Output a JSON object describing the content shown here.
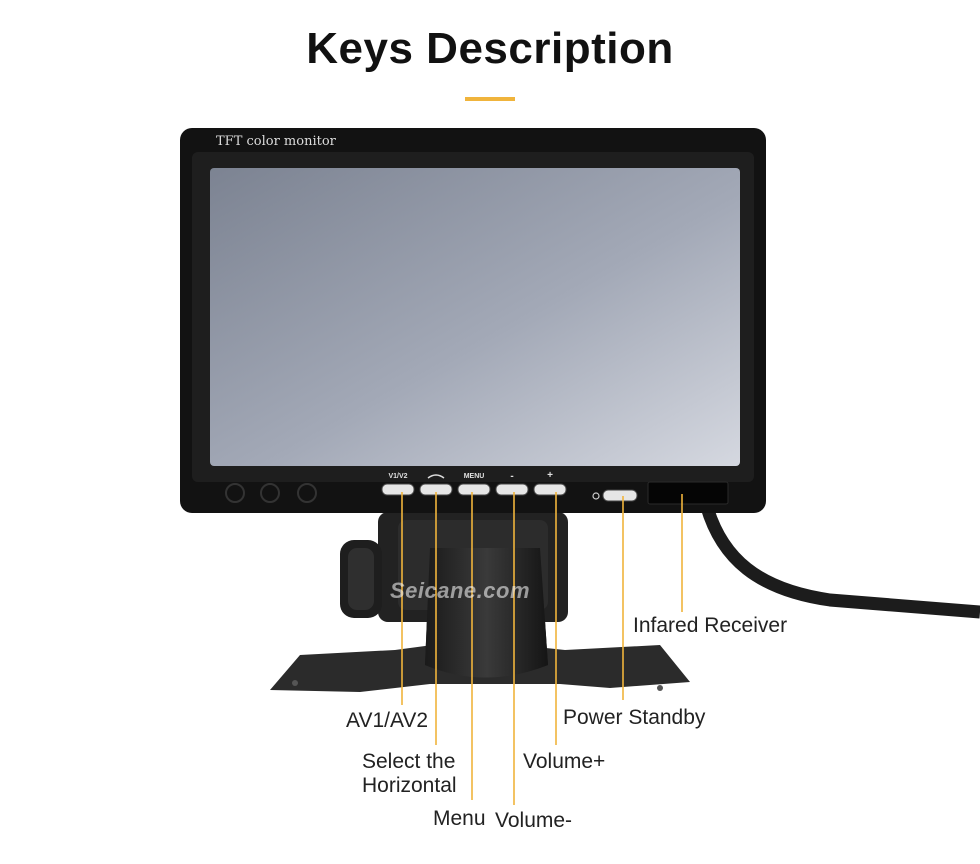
{
  "header": {
    "title": "Keys Description",
    "accent_color": "#f0b43c"
  },
  "monitor": {
    "bezel_text": "TFT color monitor",
    "watermark": "Seicane.com",
    "button_marks": [
      "V1/V2",
      "MENU",
      "-",
      "+"
    ]
  },
  "callouts": {
    "av": "AV1/AV2",
    "select_line1": "Select the",
    "select_line2": "Horizontal",
    "menu": "Menu",
    "volume_minus": "Volume-",
    "volume_plus": "Volume+",
    "power": "Power Standby",
    "infrared": "Infared Receiver",
    "line_color": "#f0b43c"
  }
}
